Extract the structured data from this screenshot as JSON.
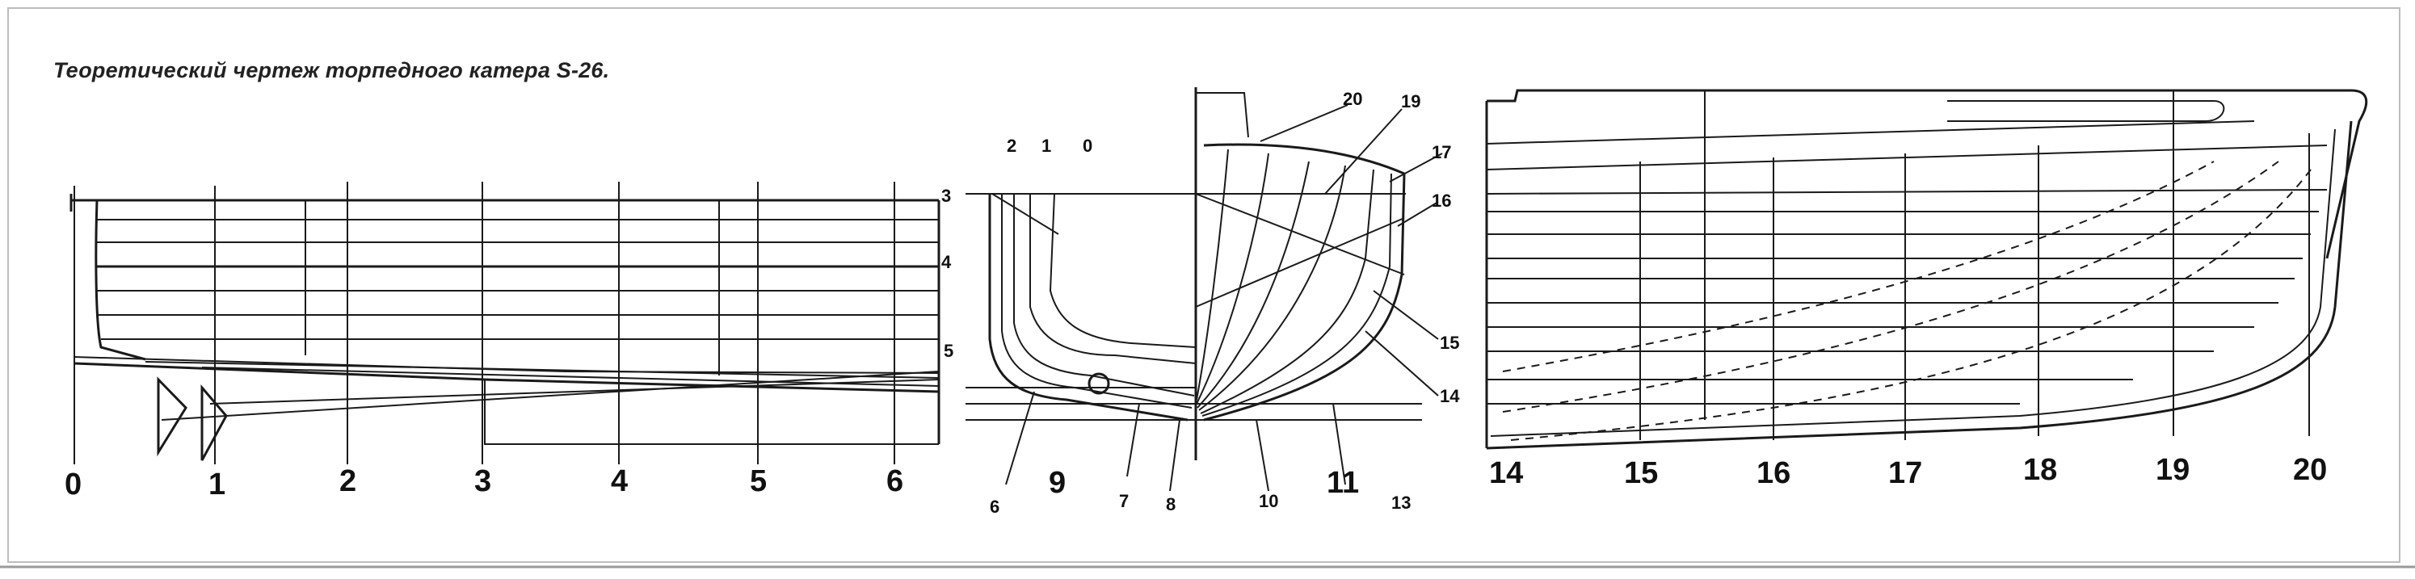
{
  "caption": "Теоретический чертеж торпедного катера S-26.",
  "side_view": {
    "stations": [
      "0",
      "1",
      "2",
      "3",
      "4",
      "5",
      "6"
    ]
  },
  "body_plan": {
    "labels": [
      "2",
      "1",
      "0",
      "3",
      "4",
      "5",
      "6",
      "9",
      "7",
      "8",
      "10",
      "11",
      "13",
      "20",
      "19",
      "17",
      "16",
      "15",
      "14"
    ]
  },
  "plan_view": {
    "stations": [
      "14",
      "15",
      "16",
      "17",
      "18",
      "19",
      "20"
    ]
  },
  "colors": {
    "ink": "#1a1a1a",
    "border": "#bdbdbd",
    "paper": "#ffffff"
  }
}
